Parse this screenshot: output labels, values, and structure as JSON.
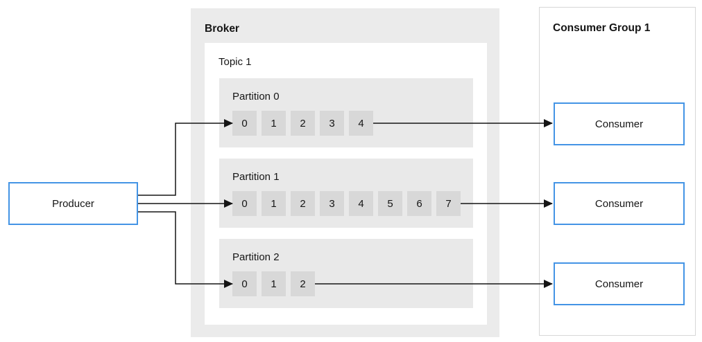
{
  "diagram": {
    "producer": {
      "label": "Producer"
    },
    "broker": {
      "title": "Broker",
      "topic": {
        "title": "Topic 1",
        "partitions": [
          {
            "label": "Partition 0",
            "offsets": [
              "0",
              "1",
              "2",
              "3",
              "4"
            ]
          },
          {
            "label": "Partition 1",
            "offsets": [
              "0",
              "1",
              "2",
              "3",
              "4",
              "5",
              "6",
              "7"
            ]
          },
          {
            "label": "Partition 2",
            "offsets": [
              "0",
              "1",
              "2"
            ]
          }
        ]
      }
    },
    "consumer_group": {
      "title": "Consumer Group 1",
      "consumers": [
        {
          "label": "Consumer"
        },
        {
          "label": "Consumer"
        },
        {
          "label": "Consumer"
        }
      ]
    },
    "colors": {
      "accent_blue": "#4394e5",
      "broker_bg": "#ebebeb",
      "partition_bg": "#e9e9e9",
      "cell_bg": "#d8d8d8",
      "group_border": "#d7d7d7",
      "arrow": "#151515",
      "text": "#151515"
    }
  }
}
